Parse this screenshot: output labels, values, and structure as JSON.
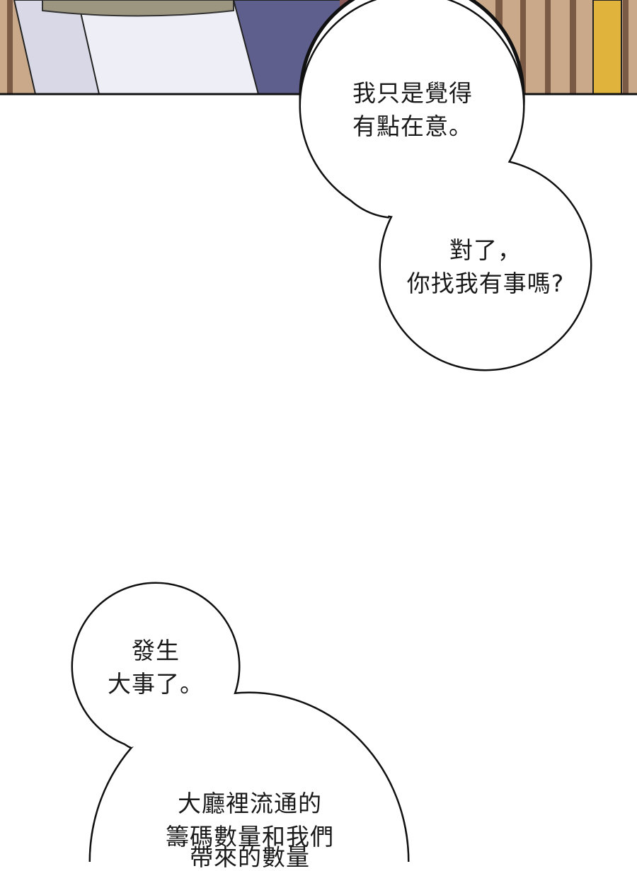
{
  "bubbles": [
    {
      "lines": [
        "我只是覺得",
        "有點在意。"
      ]
    },
    {
      "lines": [
        "對了，",
        "你找我有事嗎?"
      ]
    },
    {
      "lines": [
        "發生",
        "大事了。"
      ]
    },
    {
      "lines": [
        "大廳裡流通的",
        "籌碼數量和我們",
        "帶來的數量"
      ]
    }
  ]
}
